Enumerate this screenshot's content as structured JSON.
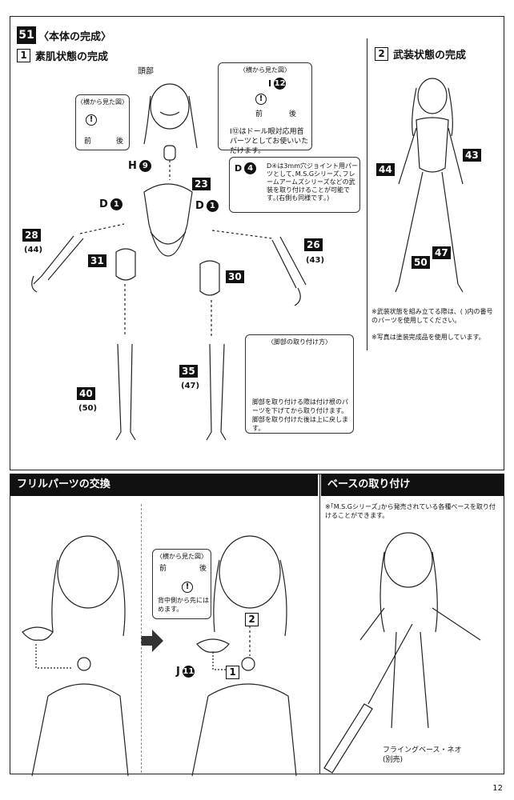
{
  "step": {
    "number": "51",
    "title": "〈本体の完成〉"
  },
  "section1": {
    "num": "1",
    "title": "素肌状態の完成"
  },
  "section2": {
    "num": "2",
    "title": "武装状態の完成"
  },
  "labels": {
    "head": "頭部",
    "side_view": "〈横から見た図〉",
    "front": "前",
    "back": "後",
    "side_view2": "〈横から見た図〉",
    "front2": "前",
    "back2": "後",
    "doll_eye_note": "I⑫はドール眼対応用首パーツとしてお使いいただけます。",
    "joint_note": "D④は3mm穴ジョイント用パーツとして､M.S.Gシリーズ､フレームアームズシリーズなどの武装を取り付けることが可能です｡(右側も同様です｡)",
    "leg_title": "〈脚部の取り付け方〉",
    "leg_note": "脚部を取り付ける際は付け根のパーツを下げてから取り付けます。脚部を取り付けた後は上に戻します。",
    "armed_note1": "※武装状態を組み立てる際は、( )内の番号のパーツを使用してください。",
    "armed_note2": "※写真は塗装完成品を使用しています。"
  },
  "parts": {
    "p23": "23",
    "p28": "28",
    "p28alt": "(44)",
    "p26": "26",
    "p26alt": "(43)",
    "p31": "31",
    "p30": "30",
    "p40": "40",
    "p40alt": "(50)",
    "p35": "35",
    "p35alt": "(47)",
    "h": "H",
    "h_num": "9",
    "d": "D",
    "d_num": "1",
    "d2": "D",
    "d2_num": "1",
    "i": "I",
    "i_num": "12",
    "d4": "D",
    "d4_num": "4",
    "a44": "44",
    "a43": "43",
    "a50": "50",
    "a47": "47"
  },
  "frill": {
    "title": "フリルパーツの交換",
    "side_view": "〈横から見た図〉",
    "front": "前",
    "back": "後",
    "note": "背中側から先にはめます。",
    "j": "J",
    "j_num": "11",
    "step1": "1",
    "step2": "2"
  },
  "base": {
    "title": "ベースの取り付け",
    "note": "※｢M.S.Gシリーズ｣から発売されている各種ベースを取り付けることができます。",
    "label": "フライングベース・ネオ",
    "label2": "(別売)"
  },
  "page_number": "12"
}
